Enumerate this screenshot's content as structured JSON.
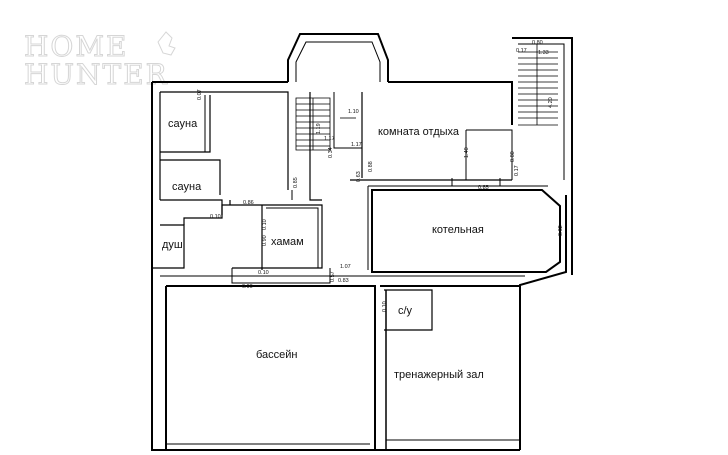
{
  "watermark": {
    "line1": "HOME",
    "line2": "HUNTER"
  },
  "rooms": {
    "sauna1": "сауна",
    "sauna2": "сауна",
    "shower": "душ",
    "hamam": "хамам",
    "rest_room": "комната отдыха",
    "boiler": "котельная",
    "pool": "бассейн",
    "wc": "с/у",
    "gym": "тренажерный зал"
  },
  "dimensions": {
    "d_007": "0.07",
    "d_119": "1.19",
    "d_110": "1.10",
    "d_117a": "1.17",
    "d_117b": "1.17",
    "d_085a": "0.85",
    "d_088": "0.88",
    "d_063": "0.63",
    "d_034": "0.34",
    "d_140": "1.40",
    "d_080a": "0.80",
    "d_085b": "0.85",
    "d_080b": "0.80",
    "d_017a": "0.17",
    "d_133": "1.33",
    "d_420": "4.20",
    "d_017b": "0.17",
    "d_086": "0.86",
    "d_010a": "0.10",
    "d_090a": "0.90",
    "d_010b": "0.10",
    "d_010c": "0.10",
    "d_090b": "0.90",
    "d_057": "0.57",
    "d_107": "1.07",
    "d_083": "0.83",
    "d_062": "0.62",
    "d_010d": "0.10"
  }
}
